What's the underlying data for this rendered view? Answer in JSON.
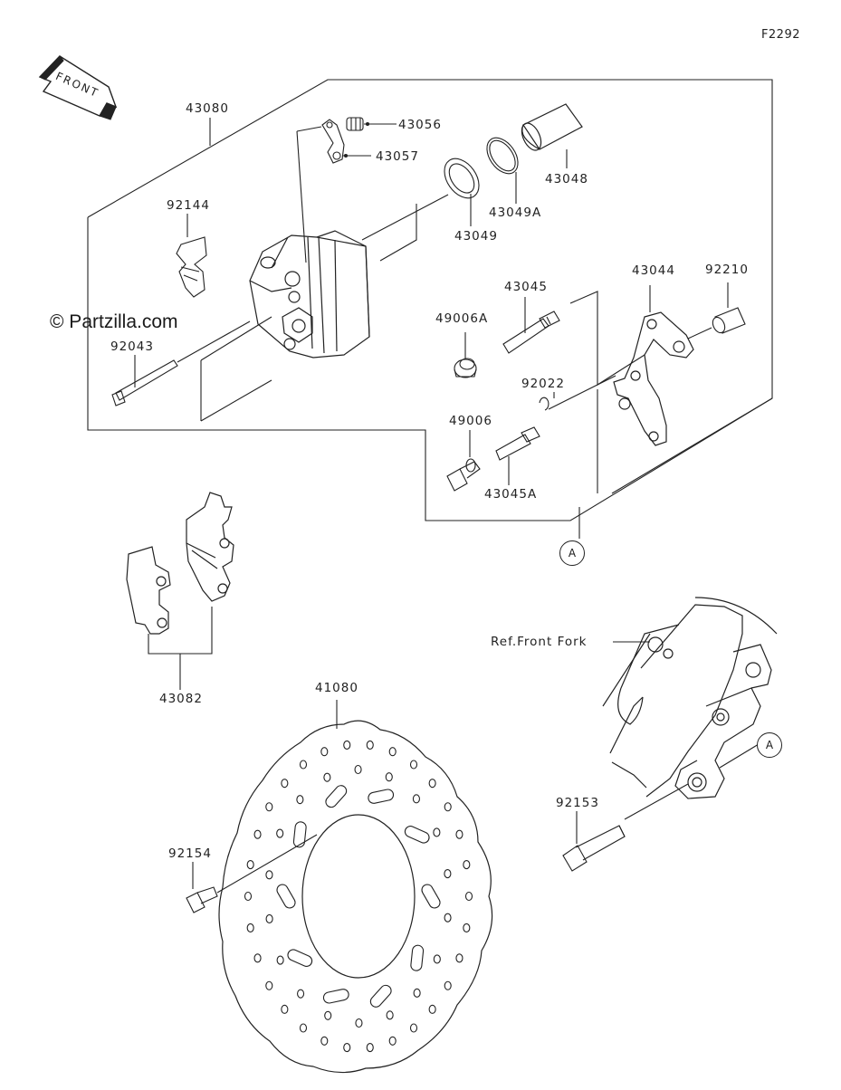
{
  "diagram_code": "F2292",
  "watermark": "© Partzilla.com",
  "front_arrow_label": "FRONT",
  "ref_label": "Ref.Front Fork",
  "ref_marker": "A",
  "parts": {
    "p43080": "43080",
    "p43056": "43056",
    "p43057": "43057",
    "p43048": "43048",
    "p43049A": "43049A",
    "p43049": "43049",
    "p92144": "92144",
    "p43044": "43044",
    "p92210": "92210",
    "p43045": "43045",
    "p49006A": "49006A",
    "p92022": "92022",
    "p92043": "92043",
    "p49006": "49006",
    "p43045A": "43045A",
    "p43082": "43082",
    "p41080": "41080",
    "p92153": "92153",
    "p92154": "92154"
  }
}
